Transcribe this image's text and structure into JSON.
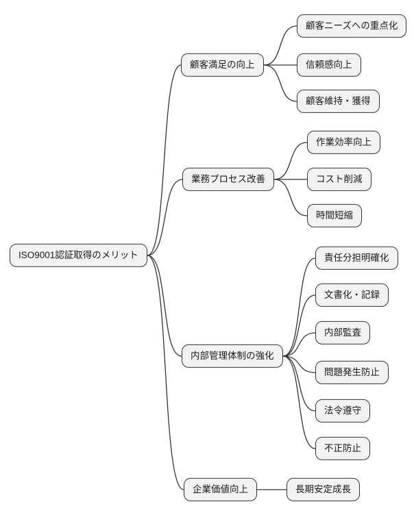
{
  "diagram": {
    "type": "mindmap",
    "title": "ISO9001認証取得のメリット",
    "root": {
      "label": "ISO9001認証取得のメリット"
    },
    "branches": [
      {
        "label": "顧客満足の向上",
        "children": [
          {
            "label": "顧客ニーズへの重点化"
          },
          {
            "label": "信頼感向上"
          },
          {
            "label": "顧客維持・獲得"
          }
        ]
      },
      {
        "label": "業務プロセス改善",
        "children": [
          {
            "label": "作業効率向上"
          },
          {
            "label": "コスト削減"
          },
          {
            "label": "時間短縮"
          }
        ]
      },
      {
        "label": "内部管理体制の強化",
        "children": [
          {
            "label": "責任分担明確化"
          },
          {
            "label": "文書化・記録"
          },
          {
            "label": "内部監査"
          },
          {
            "label": "問題発生防止"
          },
          {
            "label": "法令遵守"
          },
          {
            "label": "不正防止"
          }
        ]
      },
      {
        "label": "企業価値向上",
        "children": [
          {
            "label": "長期安定成長"
          }
        ]
      }
    ],
    "colors": {
      "background": "#ffffff",
      "node_fill": "#f2f2f2",
      "node_border": "#333333",
      "edge": "#333333",
      "text": "#1a1a1a"
    }
  }
}
